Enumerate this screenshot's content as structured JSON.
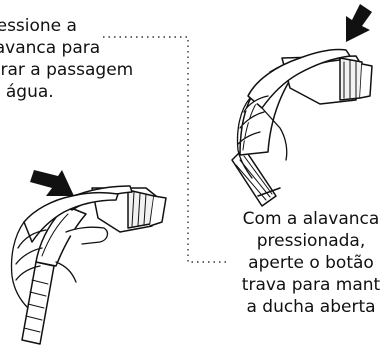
{
  "step1": {
    "lines": [
      "ressione a",
      "lavanca para",
      "erar a passagem",
      "e água."
    ]
  },
  "step2": {
    "lines": [
      "Com a alavanca",
      "pressionada,",
      "aperte o botão",
      "trava para mant",
      "a ducha aberta"
    ]
  },
  "colors": {
    "ink": "#111111",
    "background": "#ffffff"
  },
  "icons": [
    "push-down-arrow-icon",
    "push-down-arrow-icon",
    "hand-holding-shower-icon",
    "hand-holding-shower-icon"
  ]
}
